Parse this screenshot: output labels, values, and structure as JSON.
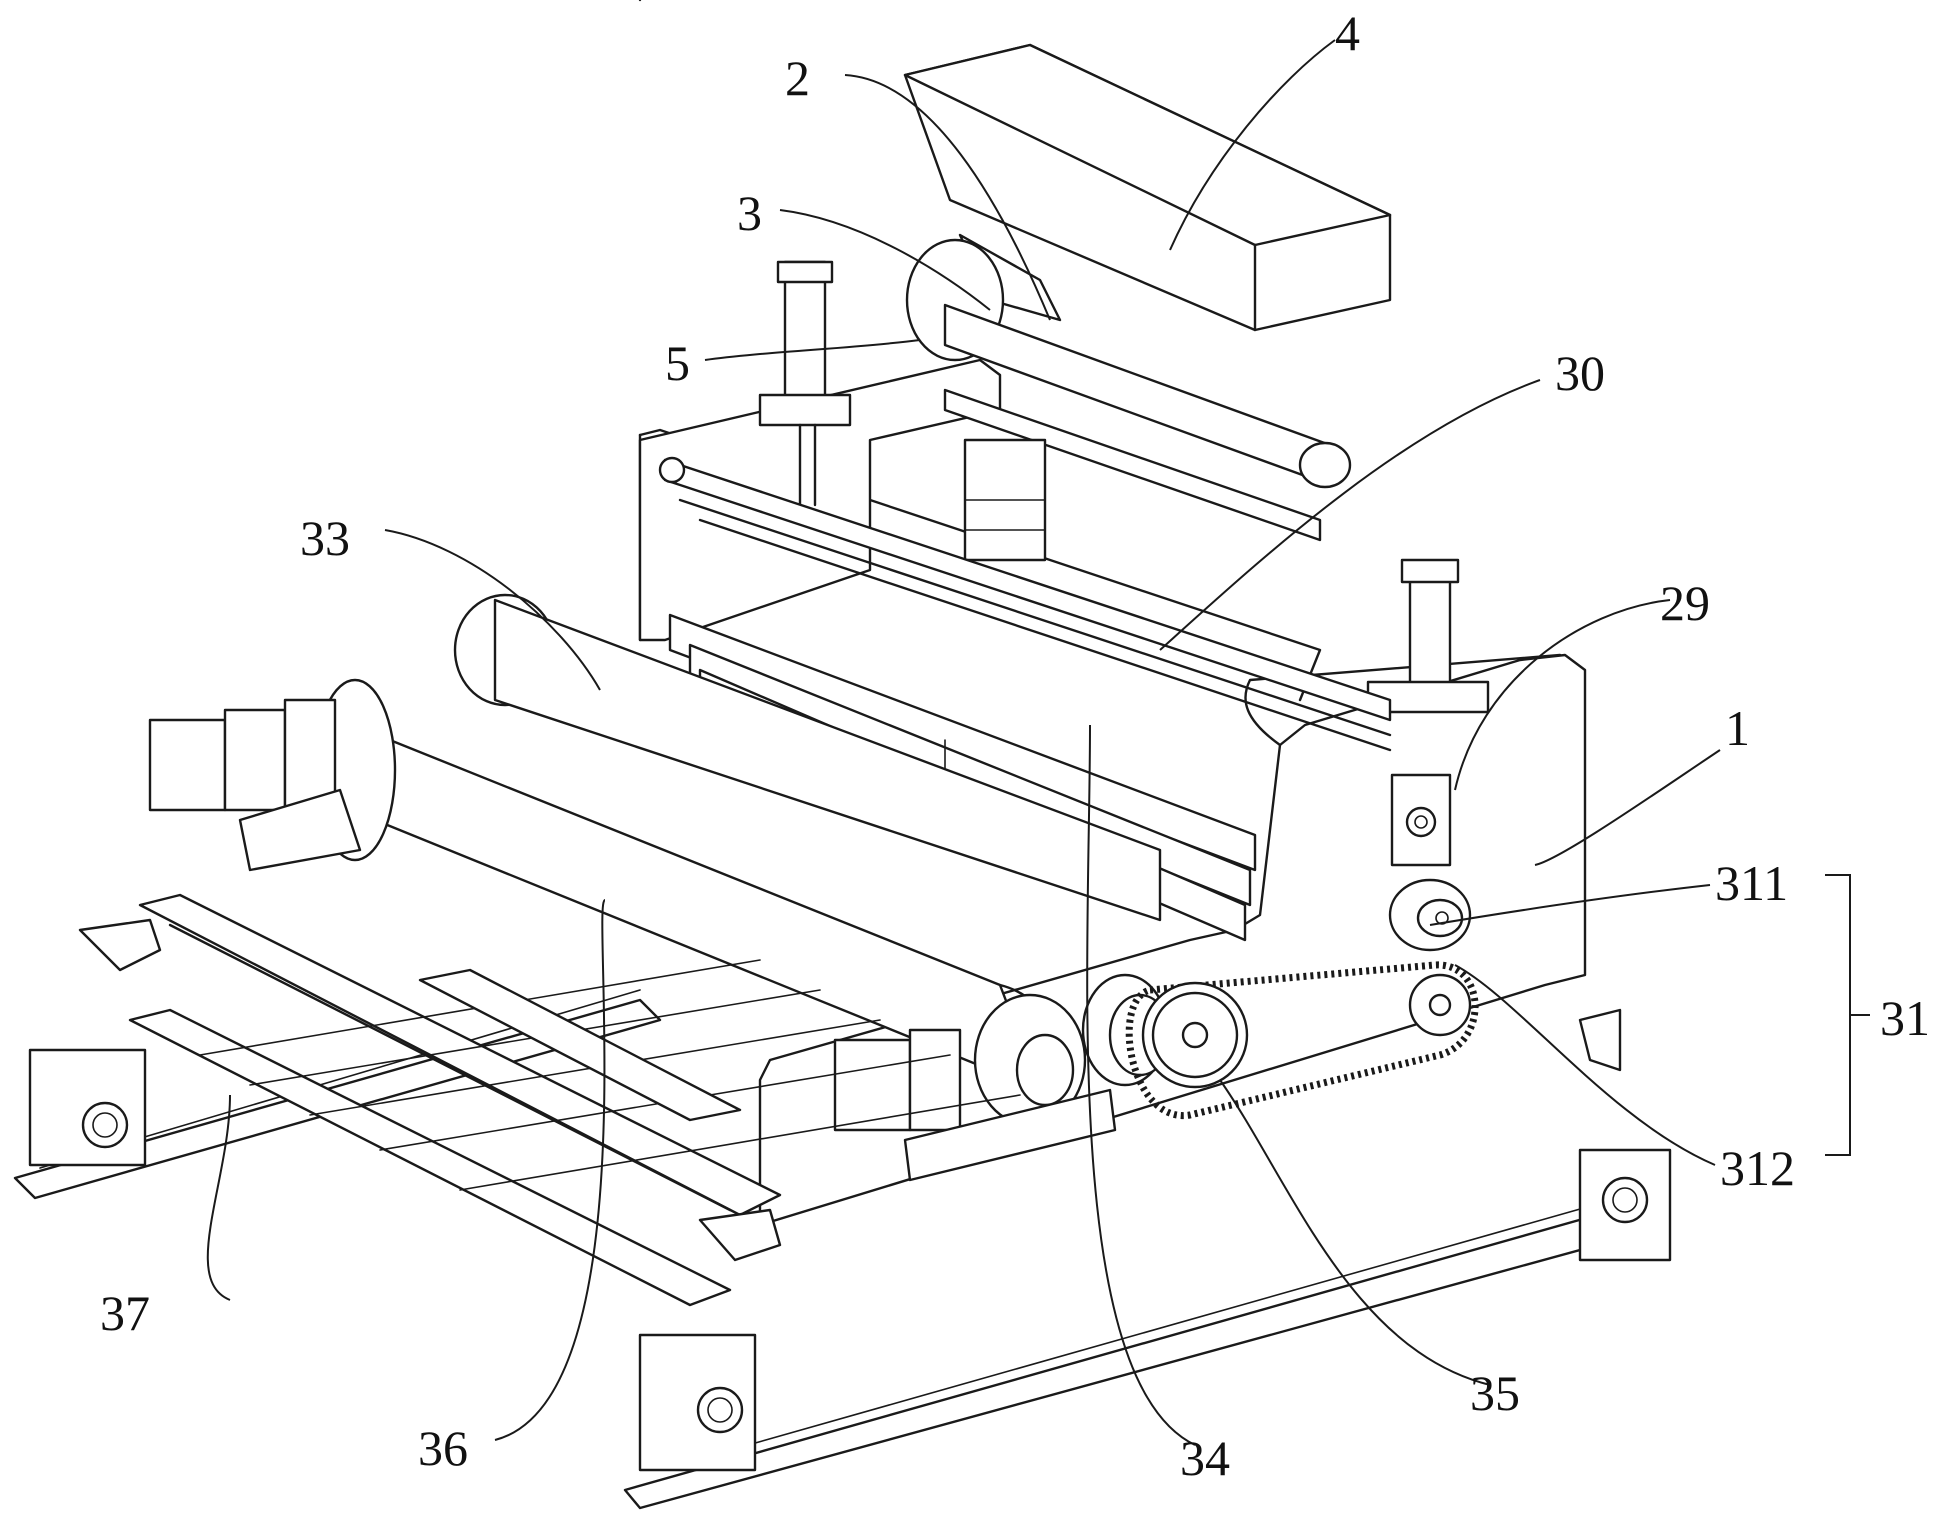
{
  "labels": {
    "l4": "4",
    "l2": "2",
    "l3": "3",
    "l5": "5",
    "l30": "30",
    "l33": "33",
    "l29": "29",
    "l1": "1",
    "l311": "311",
    "l31": "31",
    "l312": "312",
    "l37": "37",
    "l36": "36",
    "l34": "34",
    "l35": "35"
  }
}
